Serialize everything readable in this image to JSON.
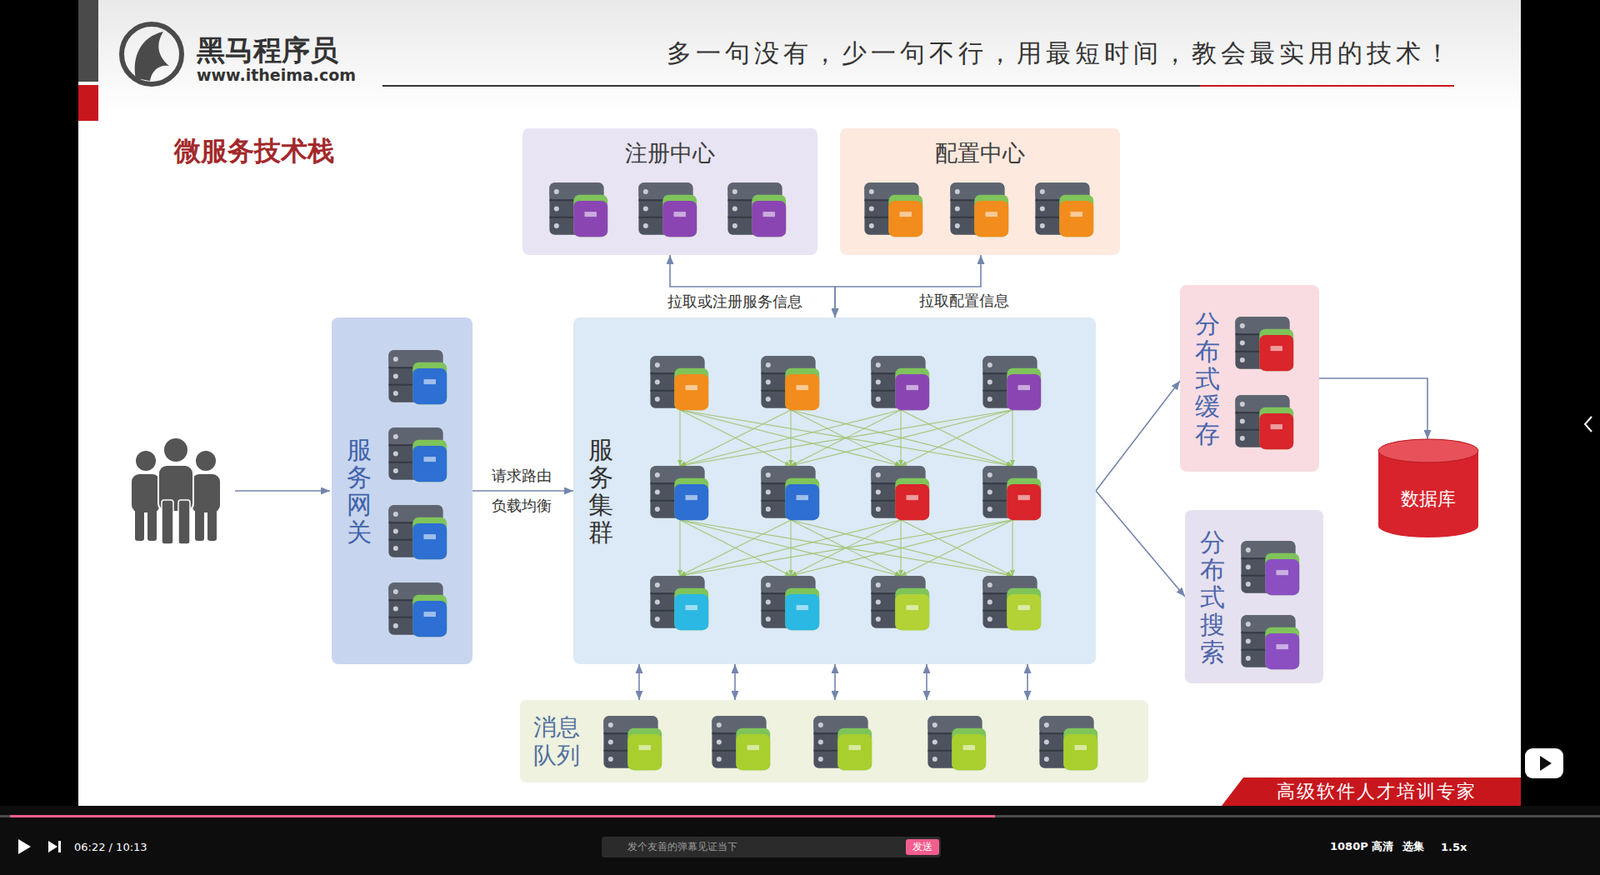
{
  "diagram": {
    "title": "微服务技术栈",
    "nodes": [
      {
        "text": [
          "注册中心"
        ]
      },
      {
        "text": [
          "配置中心"
        ]
      },
      {
        "text": [
          "服务网关"
        ]
      },
      {
        "text": [
          "服务集群"
        ]
      },
      {
        "text": [
          "分布式缓存"
        ]
      },
      {
        "text": [
          "分布式搜索"
        ]
      },
      {
        "text": [
          "数据库"
        ]
      },
      {
        "text": [
          "消息队列"
        ]
      }
    ],
    "edges": [
      {
        "from": 3,
        "to": 0,
        "arrow": "both",
        "label": "拉取或注册服务信息"
      },
      {
        "from": 3,
        "to": 1,
        "arrow": "both",
        "label": "拉取配置信息"
      },
      {
        "from": 2,
        "to": 3,
        "arrow": "to",
        "label": "请求路由 负载均衡"
      },
      {
        "from": 3,
        "to": 4,
        "arrow": "to"
      },
      {
        "from": 3,
        "to": 5,
        "arrow": "to"
      },
      {
        "from": 4,
        "to": 6,
        "arrow": "to"
      },
      {
        "from": 3,
        "to": 7,
        "arrow": "both"
      },
      {
        "from": 3,
        "to": 7,
        "arrow": "both"
      },
      {
        "from": 3,
        "to": 7,
        "arrow": "both"
      },
      {
        "from": 3,
        "to": 7,
        "arrow": "both"
      },
      {
        "from": 3,
        "to": 7,
        "arrow": "both"
      }
    ],
    "labels": [
      "黑马程序员",
      "www.itheima.com",
      "多一句没有，少一句不行，用最短时间，教会最实用的技术！",
      "高级软件人才培训专家",
      "06:22 / 10:13",
      "发个友善的弹幕见证当下",
      "发送",
      "1080P 高清",
      "选集",
      "1.5x"
    ]
  }
}
